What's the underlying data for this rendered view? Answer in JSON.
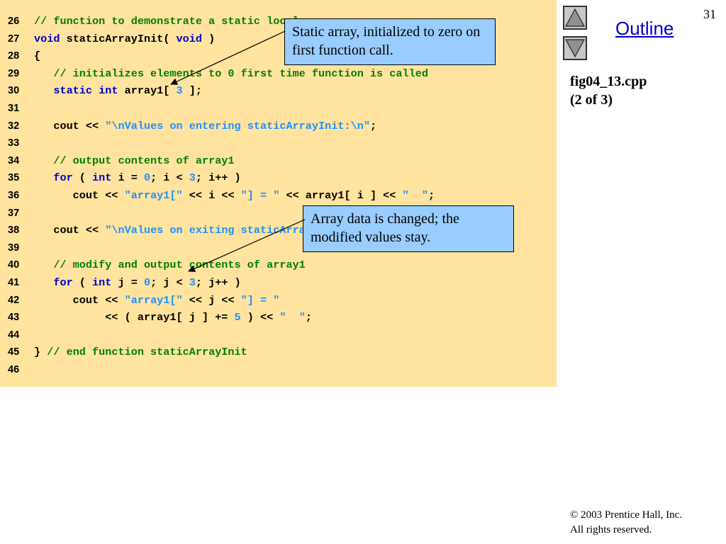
{
  "slide": {
    "number": "31",
    "outline_label": "Outline",
    "nav": {
      "up_icon": "up-arrow-icon",
      "down_icon": "down-arrow-icon"
    },
    "file_title": "fig04_13.cpp",
    "part": "(2 of 3)",
    "copyright": {
      "symbol": "©",
      "text": " 2003 Prentice Hall, Inc.",
      "rights": "All rights reserved."
    }
  },
  "colors": {
    "code_background": "#FFE39F",
    "callout_background": "#99CCFF",
    "comment": "#008000",
    "keyword": "#0000CC",
    "string": "#1E90FF",
    "link": "#0000CC"
  },
  "code_lines": [
    {
      "num": "26",
      "tokens": [
        {
          "t": "// function to demonstrate a static local array",
          "c": "cm"
        }
      ]
    },
    {
      "num": "27",
      "tokens": [
        {
          "t": "void",
          "c": "kw"
        },
        {
          "t": " staticArrayInit( ",
          "c": ""
        },
        {
          "t": "void",
          "c": "kw"
        },
        {
          "t": " )",
          "c": ""
        }
      ]
    },
    {
      "num": "28",
      "tokens": [
        {
          "t": "{",
          "c": ""
        }
      ]
    },
    {
      "num": "29",
      "tokens": [
        {
          "t": "   // initializes elements to 0 first time function is called",
          "c": "cm"
        }
      ]
    },
    {
      "num": "30",
      "tokens": [
        {
          "t": "   ",
          "c": ""
        },
        {
          "t": "static",
          "c": "kw"
        },
        {
          "t": " ",
          "c": ""
        },
        {
          "t": "int",
          "c": "kw"
        },
        {
          "t": " array1[ ",
          "c": ""
        },
        {
          "t": "3",
          "c": "num"
        },
        {
          "t": " ];",
          "c": ""
        }
      ]
    },
    {
      "num": "31",
      "tokens": []
    },
    {
      "num": "32",
      "tokens": [
        {
          "t": "   cout << ",
          "c": ""
        },
        {
          "t": "\"\\nValues on entering staticArrayInit:\\n\"",
          "c": "str"
        },
        {
          "t": ";",
          "c": ""
        }
      ]
    },
    {
      "num": "33",
      "tokens": []
    },
    {
      "num": "34",
      "tokens": [
        {
          "t": "   // output contents of array1",
          "c": "cm"
        }
      ]
    },
    {
      "num": "35",
      "tokens": [
        {
          "t": "   ",
          "c": ""
        },
        {
          "t": "for",
          "c": "kw"
        },
        {
          "t": " ( ",
          "c": ""
        },
        {
          "t": "int",
          "c": "kw"
        },
        {
          "t": " i = ",
          "c": ""
        },
        {
          "t": "0",
          "c": "num"
        },
        {
          "t": "; i < ",
          "c": ""
        },
        {
          "t": "3",
          "c": "num"
        },
        {
          "t": "; i++ )",
          "c": ""
        }
      ]
    },
    {
      "num": "36",
      "tokens": [
        {
          "t": "      cout << ",
          "c": ""
        },
        {
          "t": "\"array1[\"",
          "c": "str"
        },
        {
          "t": " << i << ",
          "c": ""
        },
        {
          "t": "\"] = \"",
          "c": "str"
        },
        {
          "t": " << array1[ i ] << ",
          "c": ""
        },
        {
          "t": "\"  \"",
          "c": "str"
        },
        {
          "t": ";",
          "c": ""
        }
      ]
    },
    {
      "num": "37",
      "tokens": []
    },
    {
      "num": "38",
      "tokens": [
        {
          "t": "   cout << ",
          "c": ""
        },
        {
          "t": "\"\\nValues on exiting staticArrayInit:\\n\"",
          "c": "str"
        },
        {
          "t": ";",
          "c": ""
        }
      ]
    },
    {
      "num": "39",
      "tokens": []
    },
    {
      "num": "40",
      "tokens": [
        {
          "t": "   // modify and output contents of array1",
          "c": "cm"
        }
      ]
    },
    {
      "num": "41",
      "tokens": [
        {
          "t": "   ",
          "c": ""
        },
        {
          "t": "for",
          "c": "kw"
        },
        {
          "t": " ( ",
          "c": ""
        },
        {
          "t": "int",
          "c": "kw"
        },
        {
          "t": " j = ",
          "c": ""
        },
        {
          "t": "0",
          "c": "num"
        },
        {
          "t": "; j < ",
          "c": ""
        },
        {
          "t": "3",
          "c": "num"
        },
        {
          "t": "; j++ )",
          "c": ""
        }
      ]
    },
    {
      "num": "42",
      "tokens": [
        {
          "t": "      cout << ",
          "c": ""
        },
        {
          "t": "\"array1[\"",
          "c": "str"
        },
        {
          "t": " << j << ",
          "c": ""
        },
        {
          "t": "\"] = \"",
          "c": "str"
        }
      ]
    },
    {
      "num": "43",
      "tokens": [
        {
          "t": "           << ( array1[ j ] += ",
          "c": ""
        },
        {
          "t": "5",
          "c": "num"
        },
        {
          "t": " ) << ",
          "c": ""
        },
        {
          "t": "\"  \"",
          "c": "str"
        },
        {
          "t": ";",
          "c": ""
        }
      ]
    },
    {
      "num": "44",
      "tokens": []
    },
    {
      "num": "45",
      "tokens": [
        {
          "t": "} ",
          "c": ""
        },
        {
          "t": "// end function staticArrayInit",
          "c": "cm"
        }
      ]
    },
    {
      "num": "46",
      "tokens": []
    }
  ],
  "callouts": [
    {
      "text": "Static array, initialized to zero on first function call."
    },
    {
      "text": "Array data is changed; the modified values stay."
    }
  ]
}
